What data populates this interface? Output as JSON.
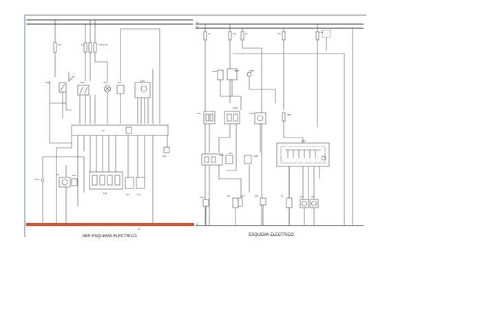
{
  "captions": {
    "left": "ABS  ESQUEMA ELECTRICO",
    "right": "ESQUEMA ELECTRICO"
  },
  "left_diagram": {
    "supply_labels": [
      "15",
      "30"
    ],
    "fuse_labels": [
      "F10",
      "F2",
      "F15 (F16)"
    ],
    "component_labels": [
      "S308",
      "S330",
      "S321",
      "S31",
      "S325",
      "S2",
      "S9",
      "S141",
      "S146",
      "S10",
      "S11",
      "S12",
      "K64"
    ],
    "ground_label": "31"
  },
  "right_diagram": {
    "supply_labels": [
      "15",
      "30"
    ],
    "fuse_labels": [
      "F2",
      "F14",
      "F5",
      "F8",
      "F16"
    ],
    "component_labels": [
      "S302",
      "S303",
      "S306",
      "S23",
      "S225",
      "S241",
      "S35",
      "S231",
      "S10",
      "S250",
      "S141",
      "K8",
      "E21",
      "S12",
      "S15",
      "K1",
      "H2",
      "H3"
    ],
    "ground_label": "31"
  },
  "colors": {
    "ground_bar": "#c4573d",
    "line": "#3a3a3a",
    "frame": "#6a7a9a"
  }
}
